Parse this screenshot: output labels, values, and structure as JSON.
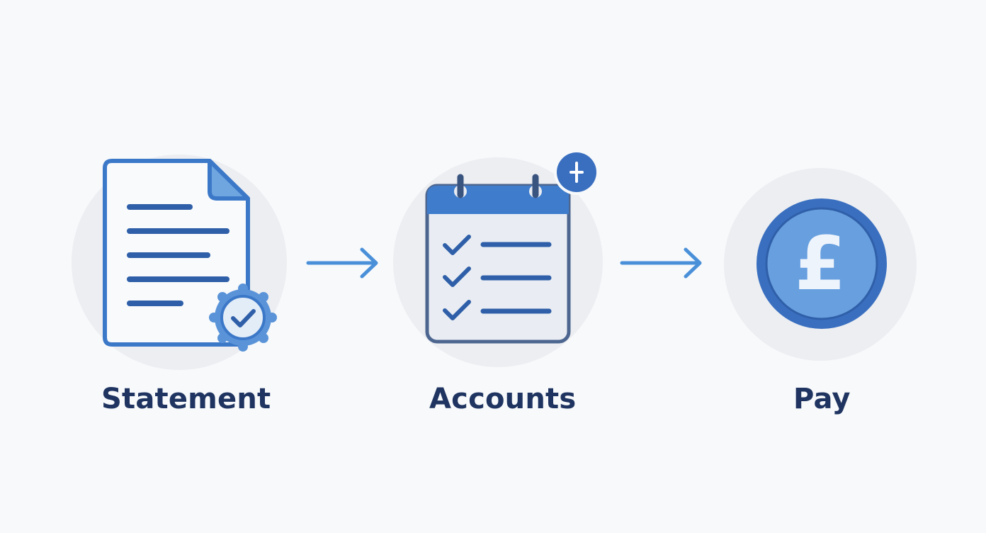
{
  "flow": {
    "steps": [
      {
        "label": "Statement",
        "icon": "document-with-check-badge-icon"
      },
      {
        "label": "Accounts",
        "icon": "calendar-checklist-icon"
      },
      {
        "label": "Pay",
        "icon": "pound-coin-icon",
        "symbol": "£"
      }
    ],
    "connectors": [
      "right-arrow-icon",
      "right-arrow-icon"
    ]
  },
  "colors": {
    "primary_blue": "#3c78c8",
    "light_blue": "#6fa6e0",
    "dark_navy": "#1f3460",
    "stroke_blue": "#2f5fa8",
    "circle_bg": "#eceef1",
    "calendar_frame": "#4d6690"
  }
}
